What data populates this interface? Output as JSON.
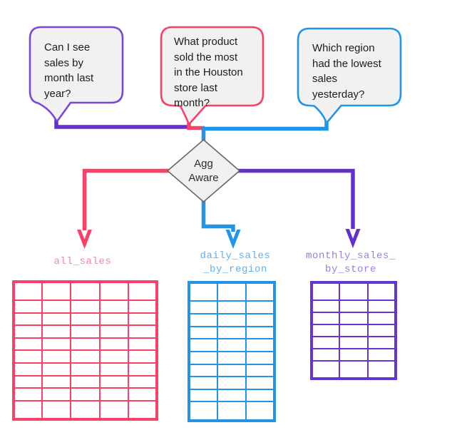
{
  "bubbles": [
    {
      "name": "q1",
      "lines": [
        "Can I see",
        "sales by",
        "month last",
        "year?"
      ],
      "border_color": "#7A47DC"
    },
    {
      "name": "q2",
      "lines": [
        "What product",
        "sold the most",
        "in the Houston",
        "store last",
        "month?"
      ],
      "border_color": "#F94168"
    },
    {
      "name": "q3",
      "lines": [
        "Which region",
        "had the lowest",
        "sales",
        "yesterday?"
      ],
      "border_color": "#2196E8"
    }
  ],
  "decision": {
    "lines": [
      "Agg",
      "Aware"
    ],
    "fill": "#F0F0F0",
    "border_color": "#666666"
  },
  "tables": [
    {
      "label_lines": [
        "all_sales"
      ],
      "rows": 10,
      "cols": 5,
      "color": "#FB4166",
      "label_color": "#F9849E"
    },
    {
      "label_lines": [
        "daily_sales",
        "_by_region"
      ],
      "rows": 10,
      "cols": 3,
      "color": "#2393E8",
      "label_color": "#5FB0EF"
    },
    {
      "label_lines": [
        "monthly_sales_",
        "by_store"
      ],
      "rows": 7,
      "cols": 3,
      "color": "#6733D2",
      "label_color": "#9C7BE4"
    }
  ],
  "colors": {
    "pink": "#FB4166",
    "blue": "#2196E8",
    "purple": "#6230CE",
    "bubble_fill": "#F1F1F1",
    "background": "#FFFFFF"
  }
}
